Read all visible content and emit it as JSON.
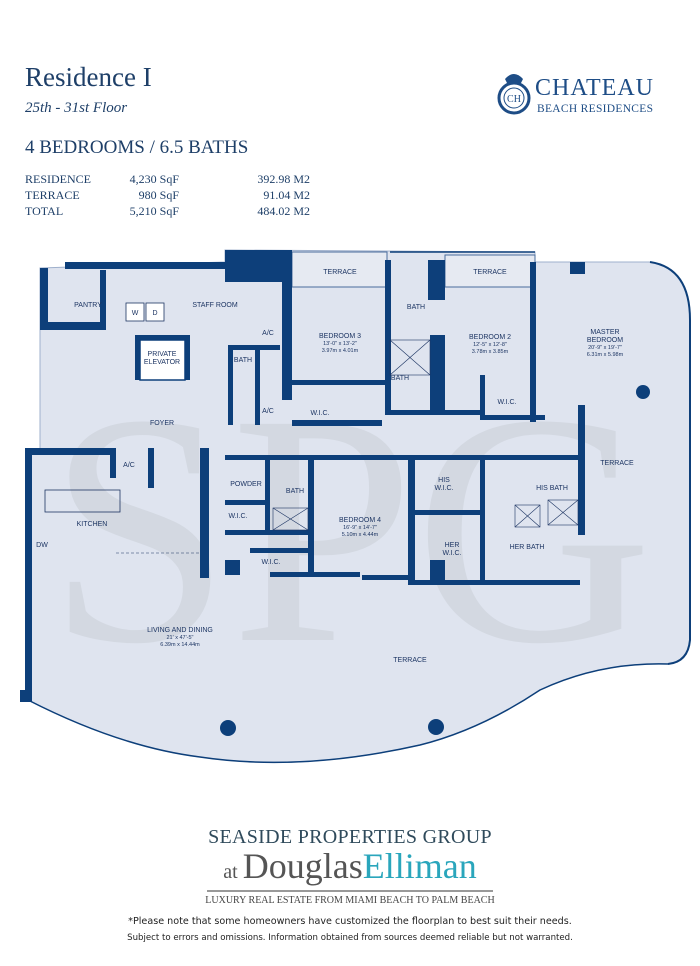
{
  "header": {
    "title": "Residence I",
    "floors": "25th - 31st Floor",
    "bedrooms_baths": "4 BEDROOMS / 6.5 BATHS",
    "areas": [
      {
        "label": "RESIDENCE",
        "sqft": "4,230 SqF",
        "m2": "392.98 M2"
      },
      {
        "label": "TERRACE",
        "sqft": "980 SqF",
        "m2": "91.04 M2"
      },
      {
        "label": "TOTAL",
        "sqft": "5,210 SqF",
        "m2": "484.02 M2"
      }
    ]
  },
  "brand_logo": {
    "name": "CHATEAU",
    "sub": "BEACH RESIDENCES",
    "monogram": "CH"
  },
  "watermark": "SPG",
  "rooms": {
    "pantry": "PANTRY",
    "washer": "W",
    "dryer": "D",
    "staff_room": "STAFF ROOM",
    "private_elevator_1": "PRIVATE",
    "private_elevator_2": "ELEVATOR",
    "ac1": "A/C",
    "bath_staff": "BATH",
    "ac2": "A/C",
    "foyer": "FOYER",
    "terrace_b3": "TERRACE",
    "bedroom3": "BEDROOM 3",
    "bedroom3_ft": "13'-0\" x 13'-2\"",
    "bedroom3_m": "3.97m x 4.01m",
    "bath_b3": "BATH",
    "bath_b2": "BATH",
    "wic_b3": "W.I.C.",
    "terrace_b2": "TERRACE",
    "bedroom2": "BEDROOM 2",
    "bedroom2_ft": "12'-5\" x 12'-8\"",
    "bedroom2_m": "3.78m x 3.85m",
    "wic_b2": "W.I.C.",
    "master_1": "MASTER",
    "master_2": "BEDROOM",
    "master_ft": "20'-9\" x 19'-7\"",
    "master_m": "6.31m x 5.98m",
    "terrace_master": "TERRACE",
    "ac3": "A/C",
    "kitchen": "KITCHEN",
    "dw": "DW",
    "powder": "POWDER",
    "bath_b4": "BATH",
    "wic_powder": "W.I.C.",
    "wic_b4": "W.I.C.",
    "bedroom4": "BEDROOM 4",
    "bedroom4_ft": "16'-9\" x 14'-7\"",
    "bedroom4_m": "5.10m x 4.44m",
    "his_wic_1": "HIS",
    "his_wic_2": "W.I.C.",
    "his_bath": "HIS BATH",
    "her_wic_1": "HER",
    "her_wic_2": "W.I.C.",
    "her_bath": "HER BATH",
    "living": "LIVING AND DINING",
    "living_ft": "21' x 47'-5\"",
    "living_m": "6.39m x 14.44m",
    "terrace_main": "TERRACE"
  },
  "footer": {
    "group": "SEASIDE PROPERTIES GROUP",
    "at": "at ",
    "douglas": "Douglas",
    "elliman": "Elliman",
    "tagline": "LUXURY REAL ESTATE FROM MIAMI BEACH TO PALM BEACH",
    "note1": "*Please note that some homeowners have customized the floorplan to best suit their needs.",
    "note2": "Subject to errors and omissions. Information obtained from sources deemed reliable but not warranted."
  },
  "colors": {
    "wall": "#0d3f7a",
    "room": "#dfe4ef",
    "text": "#1e3f68",
    "elliman": "#2aa6bc"
  }
}
